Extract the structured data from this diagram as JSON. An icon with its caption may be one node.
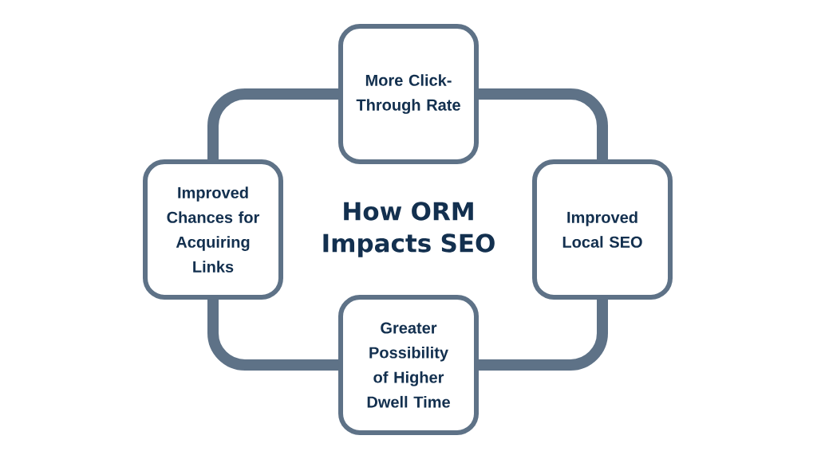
{
  "diagram": {
    "title": "How ORM Impacts SEO",
    "nodes": [
      {
        "text": [
          "More Click-Through Rate"
        ]
      },
      {
        "text": [
          "Improved Chances for Acquiring Links"
        ]
      },
      {
        "text": [
          "Improved Local SEO"
        ]
      },
      {
        "text": [
          "Greater Possibility of Higher Dwell Time"
        ]
      }
    ],
    "edges": [
      {
        "from": 0,
        "to": 1,
        "arrow": "none"
      },
      {
        "from": 0,
        "to": 2,
        "arrow": "none"
      },
      {
        "from": 1,
        "to": 3,
        "arrow": "none"
      },
      {
        "from": 2,
        "to": 3,
        "arrow": "none"
      }
    ]
  }
}
